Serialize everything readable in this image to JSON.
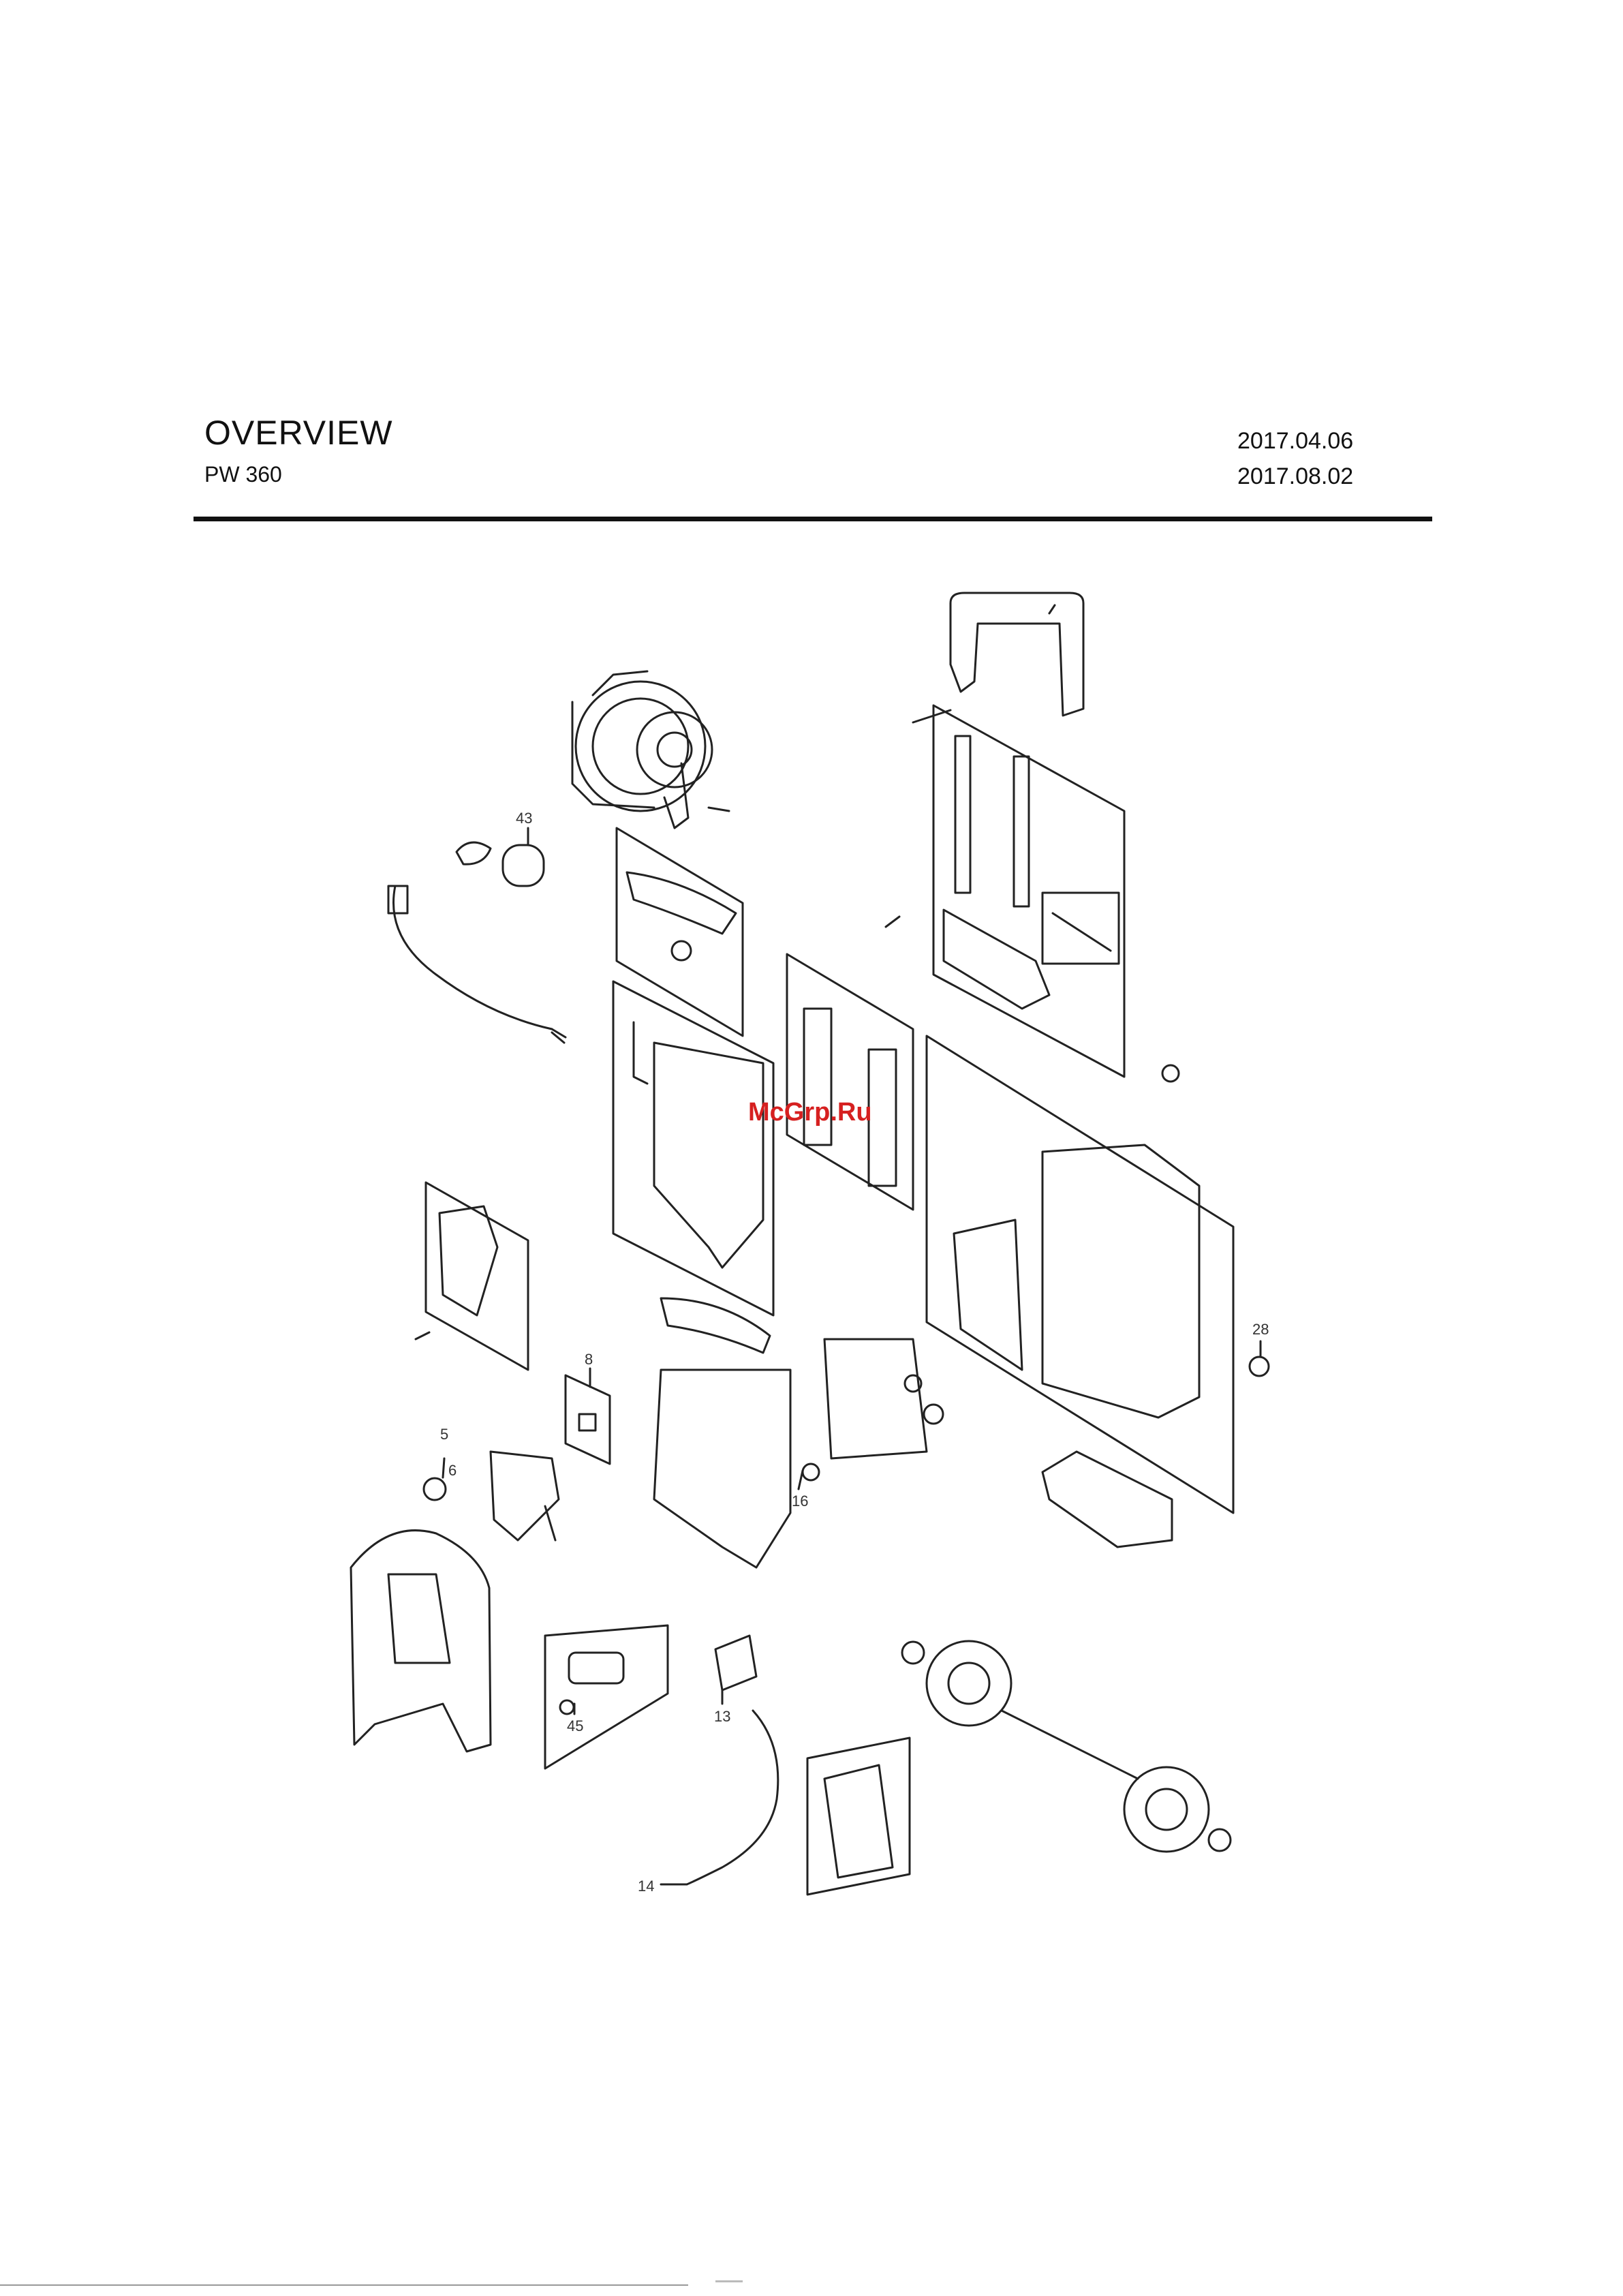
{
  "header": {
    "title": "OVERVIEW",
    "subtitle": "PW 360",
    "date_1": "2017.04.06",
    "date_2": "2017.08.02"
  },
  "watermark": "McGrp.Ru",
  "callouts": {
    "c43": "43",
    "c28": "28",
    "c8": "8",
    "c5": "5",
    "c6": "6",
    "c16": "16",
    "c45": "45",
    "c13": "13",
    "c14": "14"
  },
  "colors": {
    "line": "#222222",
    "watermark": "#d62020"
  }
}
